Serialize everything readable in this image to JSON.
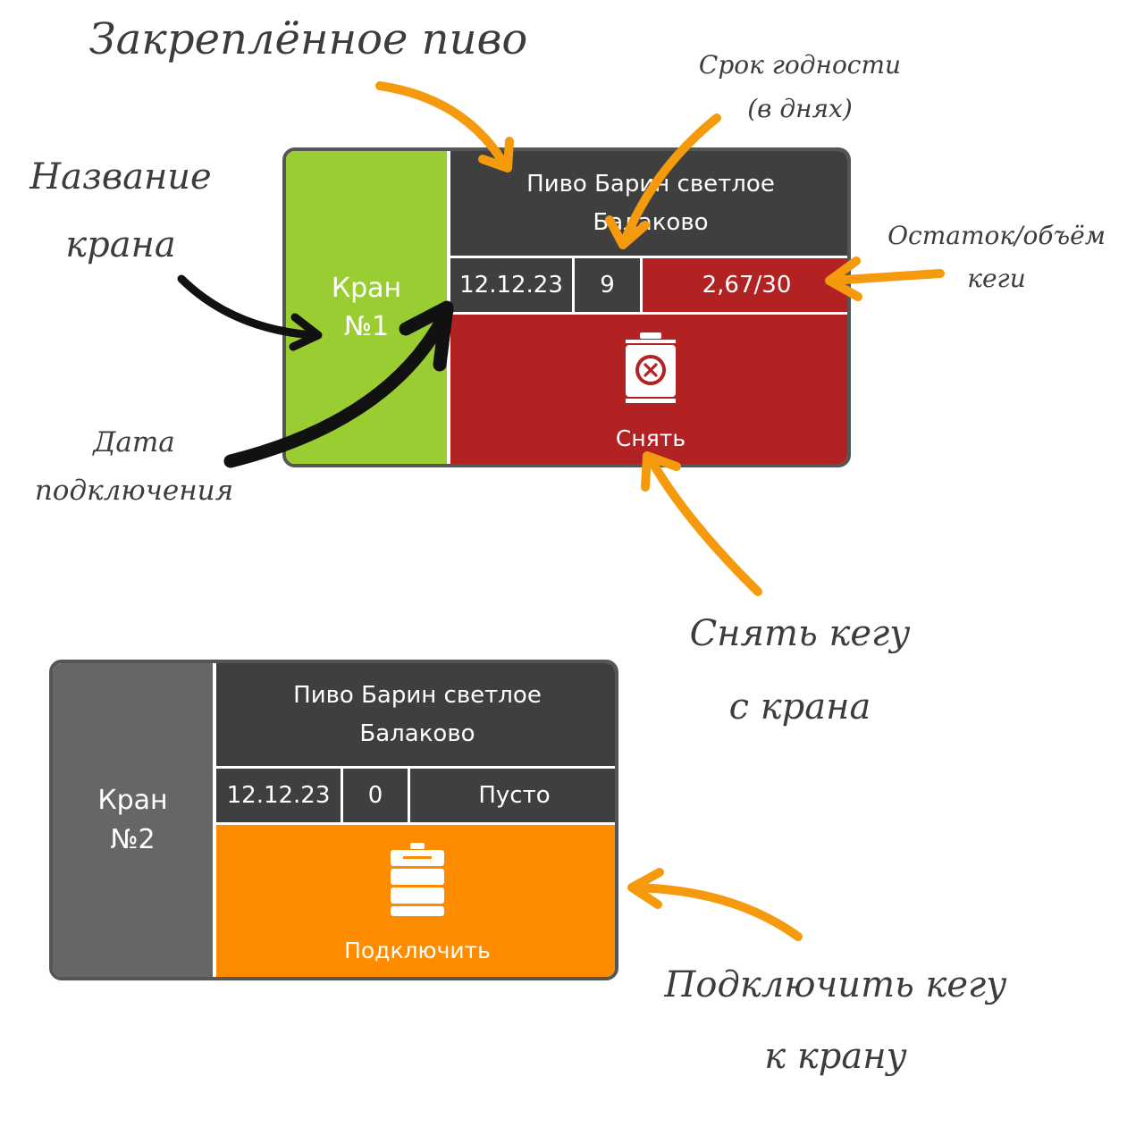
{
  "annotations": {
    "pinned_beer": "Закреплённое пиво",
    "shelf_life": "Срок годности\n(в днях)",
    "tap_name": "Название\nкрана",
    "remaining": "Остаток/объём\nкеги",
    "connect_date": "Дата\nподключения",
    "remove_keg": "Снять кегу\nс крана",
    "connect_keg": "Подключить кегу\nк крану"
  },
  "tap1": {
    "name": "Кран\n№1",
    "beer": "Пиво Барин светлое Балаково",
    "date": "12.12.23",
    "days": "9",
    "volume": "2,67/30",
    "action_label": "Снять",
    "action_icon": "keg-remove-icon",
    "colors": {
      "tap": "#9ACD32",
      "volume": "#B22222",
      "action": "#B22222"
    }
  },
  "tap2": {
    "name": "Кран\n№2",
    "beer": "Пиво Барин светлое Балаково",
    "date": "12.12.23",
    "days": "0",
    "volume": "Пусто",
    "action_label": "Подключить",
    "action_icon": "keg-icon",
    "colors": {
      "tap": "#666666",
      "volume": "#3F3F3F",
      "action": "#FF8C00"
    }
  },
  "colors": {
    "arrow_orange": "#F59A0C",
    "arrow_black": "#111111"
  }
}
